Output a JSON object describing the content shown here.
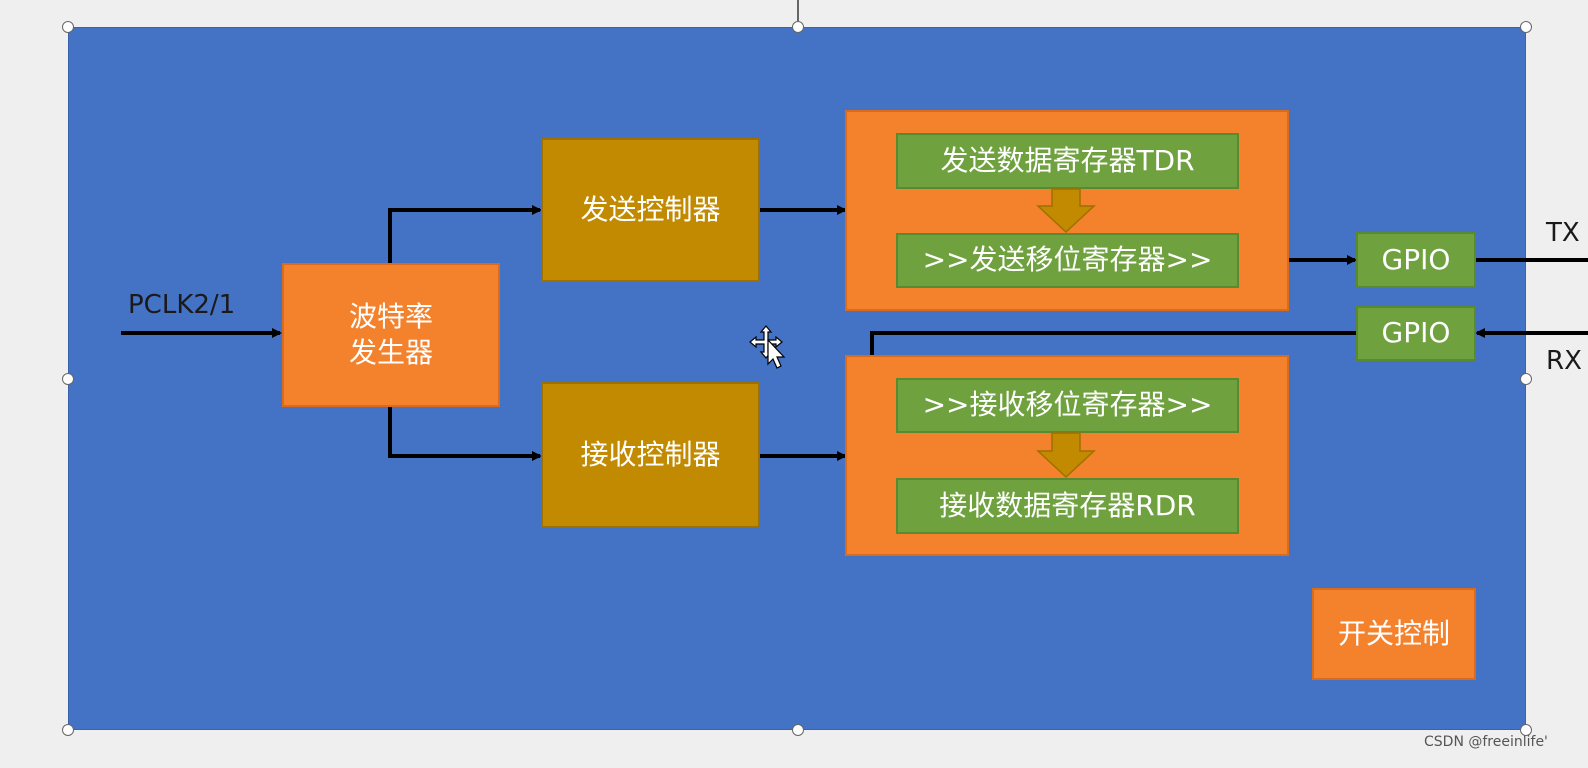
{
  "diagram": {
    "input_label": "PCLK2/1",
    "baud_generator": {
      "line1": "波特率",
      "line2": "发生器"
    },
    "tx_controller": "发送控制器",
    "rx_controller": "接收控制器",
    "tdr": "发送数据寄存器TDR",
    "tx_shift": ">>发送移位寄存器>>",
    "rx_shift": ">>接收移位寄存器>>",
    "rdr": "接收数据寄存器RDR",
    "gpio_tx": "GPIO",
    "gpio_rx": "GPIO",
    "tx_label": "TX",
    "rx_label": "RX",
    "switch_control": "开关控制"
  },
  "watermark": "CSDN @freeinlife'",
  "colors": {
    "background": "#4472c4",
    "orange": "#f4812c",
    "gold": "#c28a00",
    "green": "#6fa13e",
    "arrow": "#000000"
  }
}
